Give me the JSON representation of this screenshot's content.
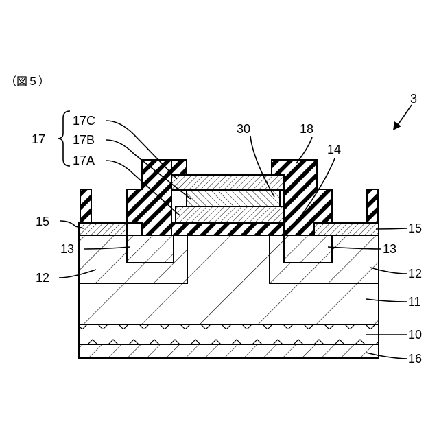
{
  "figure": {
    "caption": "（図５）",
    "device_label": "3",
    "group_label": "17",
    "labels": {
      "l17C": "17C",
      "l17B": "17B",
      "l17A": "17A",
      "l30": "30",
      "l18": "18",
      "l14": "14",
      "l15_left": "15",
      "l15_right": "15",
      "l13_left": "13",
      "l13_right": "13",
      "l12_left": "12",
      "l12_right": "12",
      "l11": "11",
      "l10": "10",
      "l16": "16"
    }
  }
}
